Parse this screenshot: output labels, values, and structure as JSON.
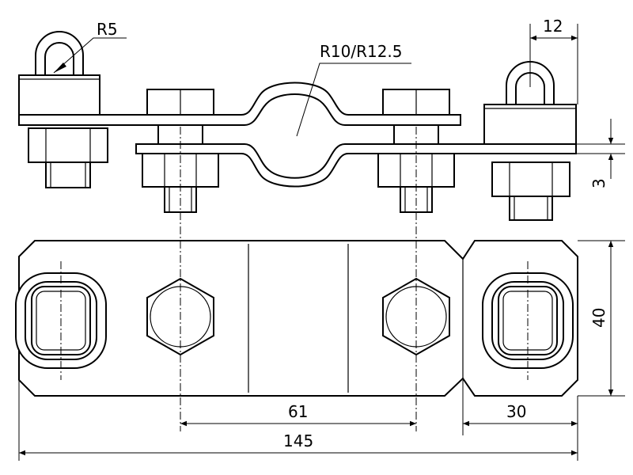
{
  "labels": {
    "r5": "R5",
    "r10": "R10/R12.5",
    "d12": "12",
    "d3": "3",
    "d40": "40",
    "d61": "61",
    "d30": "30",
    "d145": "145"
  }
}
